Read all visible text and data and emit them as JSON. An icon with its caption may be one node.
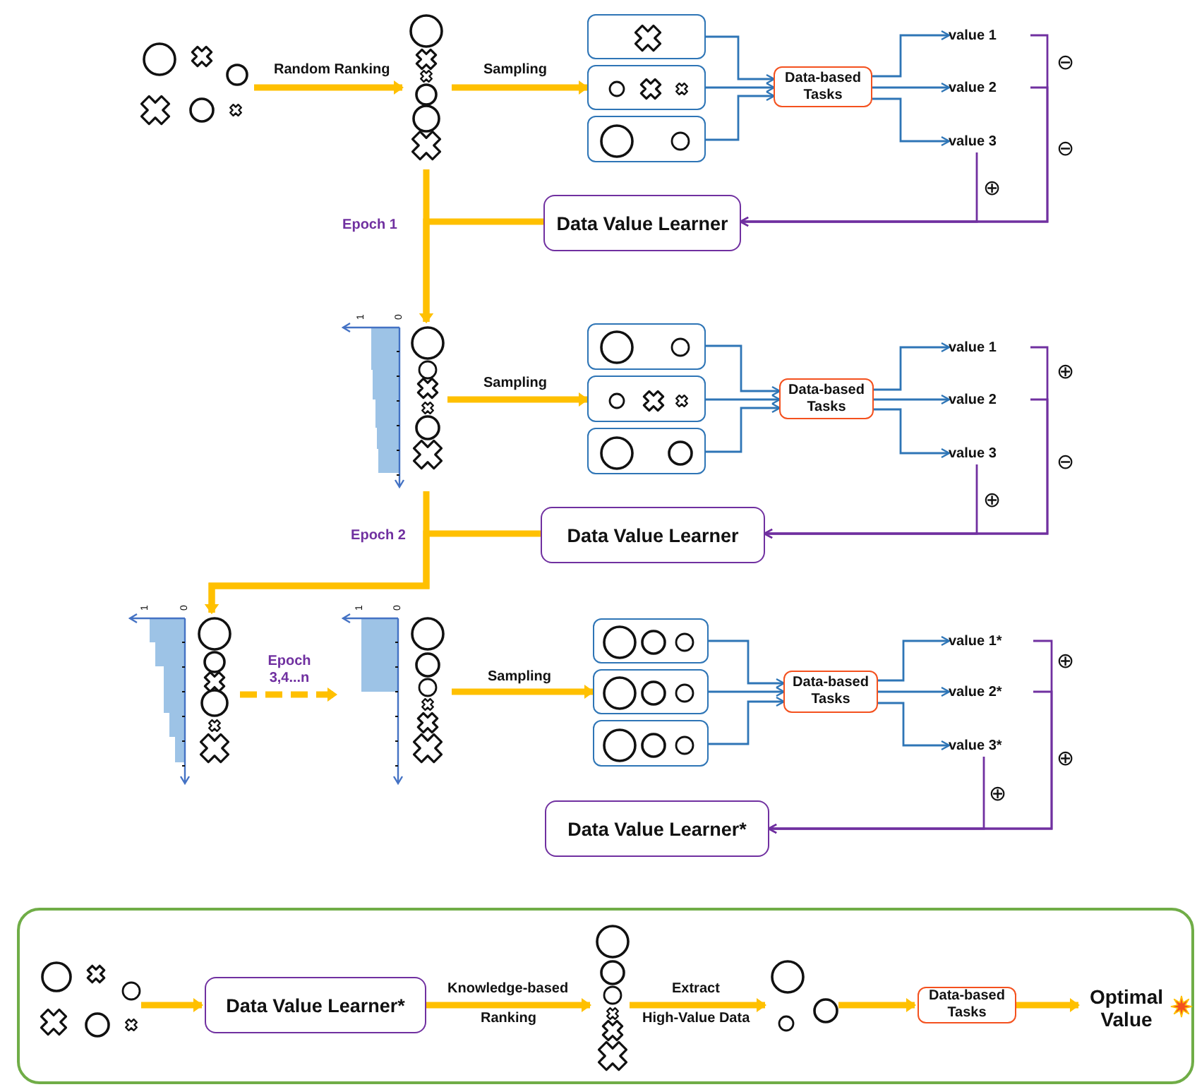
{
  "diagram": {
    "nodes": [
      {
        "text": [],
        "shape": "picture"
      },
      {
        "text": [],
        "shape": "picture"
      },
      {
        "text": [],
        "shape": "box"
      },
      {
        "text": [],
        "shape": "box"
      },
      {
        "text": [],
        "shape": "box"
      },
      {
        "text": [
          "Data-based Tasks"
        ]
      },
      {
        "text": [
          "value 1"
        ]
      },
      {
        "text": [
          "value 2"
        ]
      },
      {
        "text": [
          "value 3"
        ]
      },
      {
        "text": [
          "Data Value Learner"
        ]
      },
      {
        "text": [],
        "shape": "picture",
        "beside": [
          "1",
          "0"
        ]
      },
      {
        "text": [],
        "shape": "box"
      },
      {
        "text": [],
        "shape": "box"
      },
      {
        "text": [],
        "shape": "box"
      },
      {
        "text": [
          "Data-based Tasks"
        ]
      },
      {
        "text": [
          "value 1"
        ]
      },
      {
        "text": [
          "value 2"
        ]
      },
      {
        "text": [
          "value 3"
        ]
      },
      {
        "text": [
          "Data Value Learner"
        ]
      },
      {
        "text": [],
        "shape": "picture",
        "beside": [
          "1",
          "0"
        ]
      },
      {
        "text": [],
        "shape": "picture",
        "beside": [
          "1",
          "0"
        ]
      },
      {
        "text": [],
        "shape": "box"
      },
      {
        "text": [],
        "shape": "box"
      },
      {
        "text": [],
        "shape": "box"
      },
      {
        "text": [
          "Data-based Tasks"
        ]
      },
      {
        "text": [
          "value 1*"
        ]
      },
      {
        "text": [
          "value 2*"
        ]
      },
      {
        "text": [
          "value 3*"
        ]
      },
      {
        "text": [
          "Data Value Learner*"
        ]
      },
      {
        "text": [],
        "shape": "box"
      },
      {
        "text": [],
        "shape": "picture",
        "in": 29
      },
      {
        "text": [
          "Data Value Learner*"
        ],
        "in": 29
      },
      {
        "text": [],
        "shape": "picture",
        "in": 29
      },
      {
        "text": [],
        "shape": "picture",
        "in": 29
      },
      {
        "text": [
          "Data-based Tasks"
        ],
        "in": 29
      },
      {
        "text": [
          "Optimal Value"
        ],
        "in": 29
      }
    ],
    "edges": [
      {
        "from": 0,
        "to": 1,
        "arrow": "to",
        "label": "Random Ranking",
        "style": "thick",
        "color": "#ffc000"
      },
      {
        "from": 1,
        "to": 3,
        "arrow": "to",
        "label": "Sampling",
        "style": "thick",
        "color": "#ffc000"
      },
      {
        "from": 2,
        "to": 5,
        "arrow": "to"
      },
      {
        "from": 3,
        "to": 5,
        "arrow": "to"
      },
      {
        "from": 4,
        "to": 5,
        "arrow": "to"
      },
      {
        "from": 5,
        "to": 6,
        "arrow": "to"
      },
      {
        "from": 5,
        "to": 7,
        "arrow": "to"
      },
      {
        "from": 5,
        "to": 8,
        "arrow": "to"
      },
      {
        "from": 6,
        "to": 9,
        "arrow": "to",
        "color": "#7030a0"
      },
      {
        "from": 7,
        "to": 9,
        "arrow": "to",
        "color": "#7030a0"
      },
      {
        "from": 8,
        "to": 9,
        "arrow": "to",
        "color": "#7030a0"
      },
      {
        "from": 1,
        "to": 10,
        "arrow": "to",
        "label": "Epoch 1",
        "style": "thick",
        "color": "#ffc000"
      },
      {
        "from": 9,
        "to": 10,
        "arrow": "to",
        "style": "thick",
        "color": "#ffc000"
      },
      {
        "from": 10,
        "to": 12,
        "arrow": "to",
        "label": "Sampling",
        "style": "thick",
        "color": "#ffc000"
      },
      {
        "from": 11,
        "to": 14,
        "arrow": "to"
      },
      {
        "from": 12,
        "to": 14,
        "arrow": "to"
      },
      {
        "from": 13,
        "to": 14,
        "arrow": "to"
      },
      {
        "from": 14,
        "to": 15,
        "arrow": "to"
      },
      {
        "from": 14,
        "to": 16,
        "arrow": "to"
      },
      {
        "from": 14,
        "to": 17,
        "arrow": "to"
      },
      {
        "from": 15,
        "to": 18,
        "arrow": "to",
        "color": "#7030a0"
      },
      {
        "from": 16,
        "to": 18,
        "arrow": "to",
        "color": "#7030a0"
      },
      {
        "from": 17,
        "to": 18,
        "arrow": "to",
        "color": "#7030a0"
      },
      {
        "from": 10,
        "to": 19,
        "arrow": "to",
        "label": "Epoch 2",
        "style": "thick",
        "color": "#ffc000"
      },
      {
        "from": 18,
        "to": 19,
        "arrow": "to",
        "style": "thick",
        "color": "#ffc000"
      },
      {
        "from": 19,
        "to": 20,
        "arrow": "to",
        "label": "Epoch 3,4...n",
        "style": "dashed",
        "color": "#ffc000"
      },
      {
        "from": 20,
        "to": 22,
        "arrow": "to",
        "label": "Sampling",
        "style": "thick",
        "color": "#ffc000"
      },
      {
        "from": 21,
        "to": 24,
        "arrow": "to"
      },
      {
        "from": 22,
        "to": 24,
        "arrow": "to"
      },
      {
        "from": 23,
        "to": 24,
        "arrow": "to"
      },
      {
        "from": 24,
        "to": 25,
        "arrow": "to"
      },
      {
        "from": 24,
        "to": 26,
        "arrow": "to"
      },
      {
        "from": 24,
        "to": 27,
        "arrow": "to"
      },
      {
        "from": 25,
        "to": 28,
        "arrow": "to",
        "color": "#7030a0"
      },
      {
        "from": 26,
        "to": 28,
        "arrow": "to",
        "color": "#7030a0"
      },
      {
        "from": 27,
        "to": 28,
        "arrow": "to",
        "color": "#7030a0"
      },
      {
        "from": 30,
        "to": 31,
        "arrow": "to",
        "style": "thick",
        "color": "#ffc000"
      },
      {
        "from": 31,
        "to": 32,
        "arrow": "to",
        "style": "thick",
        "color": "#ffc000"
      },
      {
        "from": 32,
        "to": 33,
        "arrow": "to",
        "style": "thick",
        "color": "#ffc000"
      },
      {
        "from": 33,
        "to": 34,
        "arrow": "to",
        "style": "thick",
        "color": "#ffc000"
      },
      {
        "from": 34,
        "to": 35,
        "arrow": "to",
        "style": "thick",
        "color": "#ffc000"
      }
    ],
    "labels": [
      "⊖",
      "⊖",
      "⊕",
      "⊕",
      "⊖",
      "⊕",
      "⊕",
      "⊕",
      "⊕",
      "Knowledge-based",
      "Extract",
      "Ranking",
      "High-Value Data"
    ]
  }
}
